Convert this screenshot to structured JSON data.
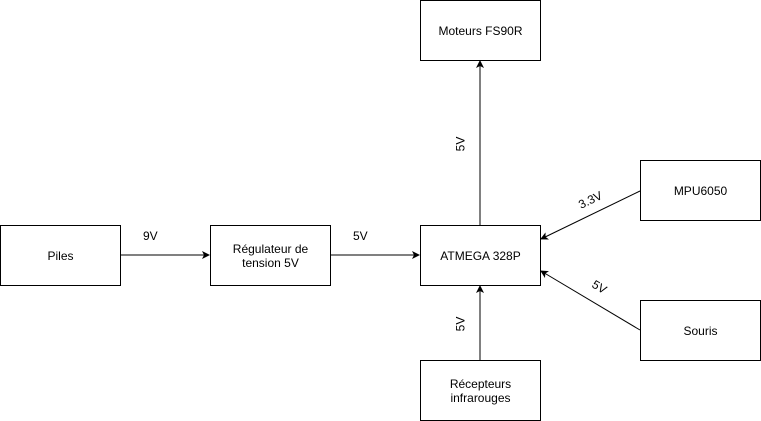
{
  "blocks": {
    "piles": "Piles",
    "regulateur": "Régulateur de\ntension 5V",
    "atmega": "ATMEGA 328P",
    "moteurs": "Moteurs FS90R",
    "mpu": "MPU6050",
    "souris": "Souris",
    "recepteurs": "Récepteurs\ninfrarouges"
  },
  "edges": {
    "piles_to_regulateur": "9V",
    "regulateur_to_atmega": "5V",
    "atmega_to_moteurs": "5V",
    "mpu_to_atmega": "3.3V",
    "souris_to_atmega": "5V",
    "recepteurs_to_atmega": "5V"
  }
}
